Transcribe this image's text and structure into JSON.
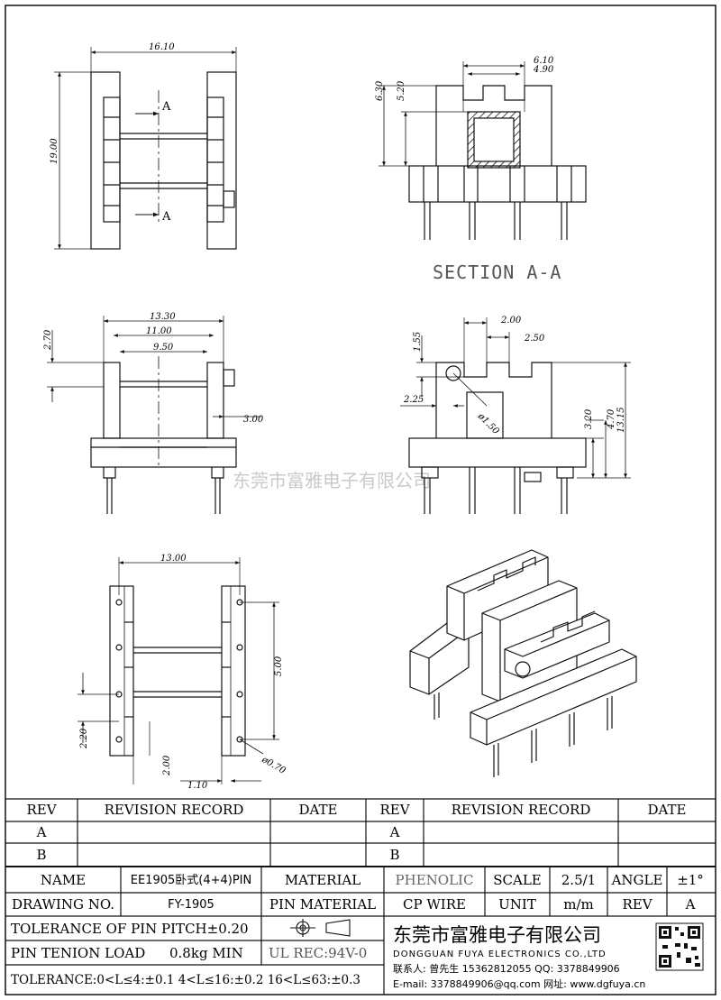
{
  "views": {
    "top": {
      "width": "16.10",
      "height": "19.00",
      "sec_mark_top": "A",
      "sec_mark_bottom": "A"
    },
    "section": {
      "title": "SECTION A-A",
      "outer_w": "6.10",
      "inner_w": "4.90",
      "total_h": "6.30",
      "inner_h": "5.20"
    },
    "front": {
      "w_outer": "13.30",
      "w_mid": "11.00",
      "w_inner": "9.50",
      "flange": "2.70",
      "pin_off": "3.00"
    },
    "side": {
      "slot_w": "2.00",
      "slot_pitch": "2.50",
      "slot_depth": "1.55",
      "hole_off": "2.25",
      "hole_d": "ø1.50",
      "h1": "3.20",
      "h2": "4.70",
      "h3": "13.15"
    },
    "bottom": {
      "width": "13.00",
      "pitch": "5.00",
      "row": "2.20",
      "pin_pitch": "2.00",
      "edge": "1.10",
      "pin_d": "ø0.70"
    }
  },
  "watermark": "东莞市富雅电子有限公司",
  "title_block": {
    "rev_header": [
      "REV",
      "REVISION RECORD",
      "DATE",
      "REV",
      "REVISION RECORD",
      "DATE"
    ],
    "rev_rows": [
      [
        "A",
        "",
        "",
        "A",
        "",
        ""
      ],
      [
        "B",
        "",
        "",
        "B",
        "",
        ""
      ]
    ],
    "name_label": "NAME",
    "name_value": "EE1905卧式(4+4)PIN",
    "material_label": "MATERIAL",
    "material_value": "PHENOLIC",
    "scale_label": "SCALE",
    "scale_value": "2.5/1",
    "angle_label": "ANGLE",
    "angle_value": "±1°",
    "drawing_no_label": "DRAWING NO.",
    "drawing_no_value": "FY-1905",
    "pin_material_label": "PIN MATERIAL",
    "pin_material_value": "CP WIRE",
    "unit_label": "UNIT",
    "unit_value": "m/m",
    "rev_label": "REV",
    "rev_value": "A",
    "tol_pin_pitch": "TOLERANCE OF PIN PITCH±0.20",
    "pin_tenion_label": "PIN TENION LOAD",
    "pin_tenion_value": "0.8kg MIN",
    "ul_rec": "UL REC:94V-0",
    "tolerance": "TOLERANCE:0<L≤4:±0.1  4<L≤16:±0.2  16<L≤63:±0.3",
    "company_cn": "东莞市富雅电子有限公司",
    "company_en": "DONGGUAN FUYA ELECTRONICS CO.,LTD",
    "contact": "联系人: 曾先生  15362812055   QQ: 3378849906",
    "email_line": "E-mail: 3378849906@qq.com    网址: www.dgfuya.cn"
  }
}
